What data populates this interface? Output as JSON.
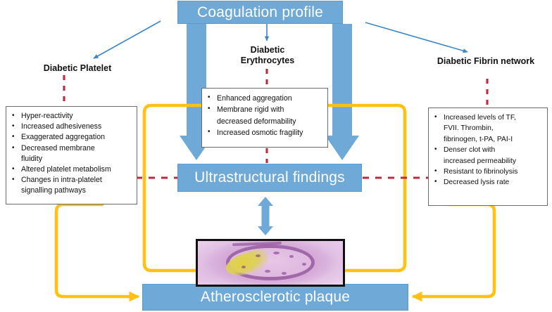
{
  "diagram": {
    "title_box": {
      "label": "Coagulation profile"
    },
    "center_box": {
      "label": "Ultrastructural findings"
    },
    "bottom_box": {
      "label": "Atherosclerotic plaque"
    },
    "headings": {
      "platelet": "Diabetic Platelet",
      "erythrocytes": "Diabetic Erythrocytes",
      "fibrin": "Diabetic Fibrin network"
    },
    "platelet_items": [
      {
        "text": "Hyper-reactivity",
        "continuation": false
      },
      {
        "text": "Increased adhesiveness",
        "continuation": false
      },
      {
        "text": "Exaggerated aggregation",
        "continuation": false
      },
      {
        "text": "Decreased membrane",
        "continuation": false
      },
      {
        "text": "fluidity",
        "continuation": true
      },
      {
        "text": "Altered platelet metabolism",
        "continuation": false
      },
      {
        "text": "Changes in intra-platelet",
        "continuation": false
      },
      {
        "text": "signalling pathways",
        "continuation": true
      }
    ],
    "erythrocyte_items": [
      {
        "text": "Enhanced aggregation",
        "continuation": false
      },
      {
        "text": "Membrane rigid with",
        "continuation": false
      },
      {
        "text": "decreased deformability",
        "continuation": true
      },
      {
        "text": "Increased osmotic fragility",
        "continuation": false
      }
    ],
    "fibrin_items": [
      {
        "text": "Increased levels of TF,",
        "continuation": false
      },
      {
        "text": "FVII. Thrombin,",
        "continuation": true
      },
      {
        "text": "fibrinogen,  t-PA, PAI-I",
        "continuation": true
      },
      {
        "text": "Denser clot with",
        "continuation": false
      },
      {
        "text": "increased permeability",
        "continuation": true
      },
      {
        "text": "Resistant to fibrinolysis",
        "continuation": false
      },
      {
        "text": "Decreased  lysis rate",
        "continuation": false
      }
    ],
    "histology_image": {
      "caption": "atherosclerotic-plaque-histology"
    },
    "colors": {
      "box_blue": "#6EA9D7",
      "arrow_blue": "#3C87C8",
      "loop_yellow": "#FFC113",
      "dashed_red": "#C0283C",
      "box_border_grey": "#6B6B6B",
      "text_white": "#FFFFFF",
      "text_black": "#111111"
    }
  }
}
